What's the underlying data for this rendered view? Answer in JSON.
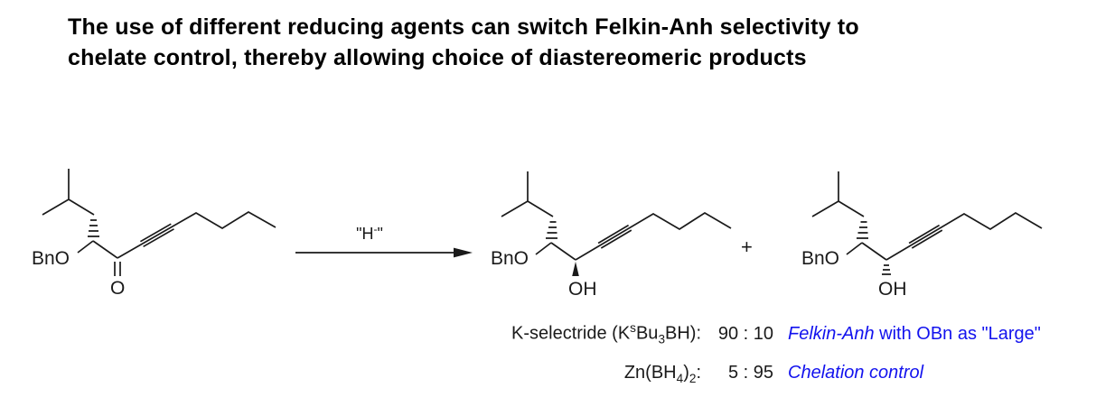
{
  "colors": {
    "note_blue": "#1212ee",
    "ink": "#1a1a1a"
  },
  "title": {
    "line1": "The use of different reducing agents can switch Felkin-Anh selectivity to",
    "line2": "chelate control, thereby allowing choice of diastereomeric products"
  },
  "scheme": {
    "arrow_label_runs": [
      {
        "t": "\"H",
        "v": "n"
      },
      {
        "t": "-",
        "v": "sup"
      },
      {
        "t": "\"",
        "v": "n"
      }
    ],
    "plus": "+",
    "reactant": {
      "obn": "BnO",
      "carbonyl_o": "O"
    },
    "product_felkin": {
      "obn": "BnO",
      "oh": "OH"
    },
    "product_chelation": {
      "obn": "BnO",
      "oh": "OH"
    }
  },
  "selectivity": {
    "rows": [
      {
        "reagent_runs": [
          {
            "t": "K-selectride (K",
            "v": "n"
          },
          {
            "t": "s",
            "v": "sup"
          },
          {
            "t": "Bu",
            "v": "n"
          },
          {
            "t": "3",
            "v": "sub"
          },
          {
            "t": "BH):",
            "v": "n"
          }
        ],
        "ratio": "90 : 10",
        "note_runs": [
          {
            "t": "Felkin-Anh",
            "v": "i"
          },
          {
            "t": " with OBn as \"Large\"",
            "v": "n"
          }
        ]
      },
      {
        "reagent_runs": [
          {
            "t": "Zn(BH",
            "v": "n"
          },
          {
            "t": "4",
            "v": "sub"
          },
          {
            "t": ")",
            "v": "n"
          },
          {
            "t": "2",
            "v": "sub"
          },
          {
            "t": ":",
            "v": "n"
          }
        ],
        "ratio": "5 : 95",
        "note_runs": [
          {
            "t": "Chelation control",
            "v": "i"
          }
        ]
      }
    ]
  }
}
